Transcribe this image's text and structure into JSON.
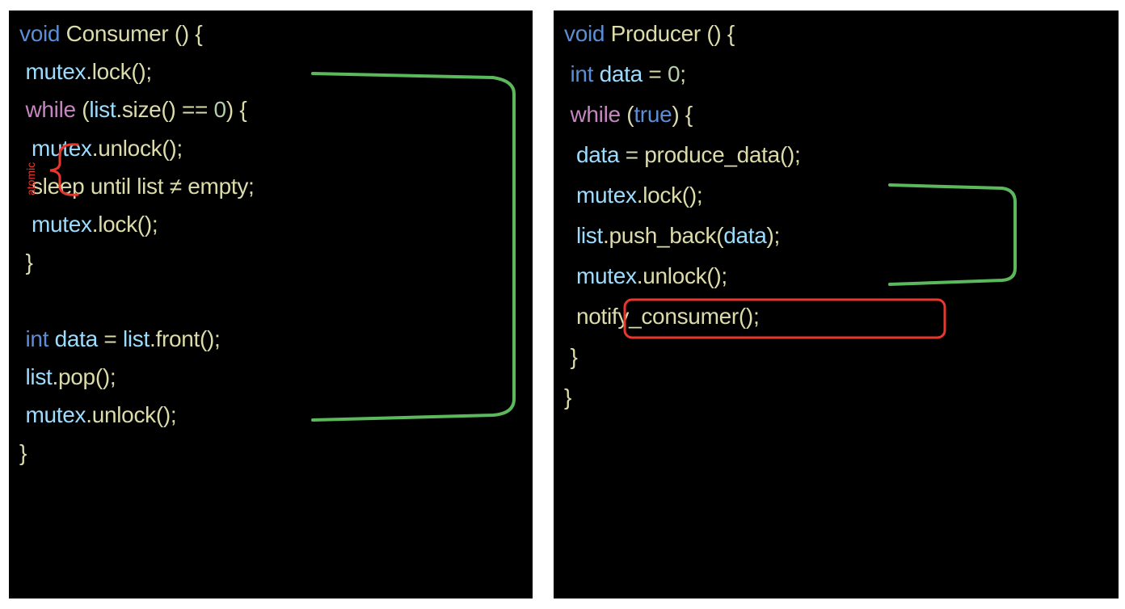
{
  "colors": {
    "background": "#000000",
    "keyword": "#5b8ed6",
    "control_flow": "#c586c0",
    "function": "#dcdcaa",
    "variable": "#9cdcfe",
    "number": "#b5cea8",
    "bracket_green": "#5cb85c",
    "highlight_red": "#e8382e"
  },
  "consumer": {
    "lines": [
      [
        {
          "t": "void",
          "c": "kw"
        },
        {
          "t": " Consumer () {",
          "c": "fn"
        }
      ],
      [
        {
          "t": " mutex",
          "c": "var"
        },
        {
          "t": ".",
          "c": "plain"
        },
        {
          "t": "lock",
          "c": "fn"
        },
        {
          "t": "();",
          "c": "plain"
        }
      ],
      [
        {
          "t": " while",
          "c": "flow"
        },
        {
          "t": " (",
          "c": "plain"
        },
        {
          "t": "list",
          "c": "var"
        },
        {
          "t": ".",
          "c": "plain"
        },
        {
          "t": "size",
          "c": "fn"
        },
        {
          "t": "() == ",
          "c": "plain"
        },
        {
          "t": "0",
          "c": "num"
        },
        {
          "t": ") {",
          "c": "plain"
        }
      ],
      [
        {
          "t": "  mutex",
          "c": "var"
        },
        {
          "t": ".",
          "c": "plain"
        },
        {
          "t": "unlock",
          "c": "fn"
        },
        {
          "t": "();",
          "c": "plain"
        }
      ],
      [
        {
          "t": "  sleep until list ≠ empty;",
          "c": "fn"
        }
      ],
      [
        {
          "t": "  mutex",
          "c": "var"
        },
        {
          "t": ".",
          "c": "plain"
        },
        {
          "t": "lock",
          "c": "fn"
        },
        {
          "t": "();",
          "c": "plain"
        }
      ],
      [
        {
          "t": " }",
          "c": "plain"
        }
      ],
      [
        {
          "t": "",
          "c": "plain"
        }
      ],
      [
        {
          "t": " int",
          "c": "kw"
        },
        {
          "t": " data",
          "c": "var"
        },
        {
          "t": " = ",
          "c": "plain"
        },
        {
          "t": "list",
          "c": "var"
        },
        {
          "t": ".",
          "c": "plain"
        },
        {
          "t": "front",
          "c": "fn"
        },
        {
          "t": "();",
          "c": "plain"
        }
      ],
      [
        {
          "t": " list",
          "c": "var"
        },
        {
          "t": ".",
          "c": "plain"
        },
        {
          "t": "pop",
          "c": "fn"
        },
        {
          "t": "();",
          "c": "plain"
        }
      ],
      [
        {
          "t": " mutex",
          "c": "var"
        },
        {
          "t": ".",
          "c": "plain"
        },
        {
          "t": "unlock",
          "c": "fn"
        },
        {
          "t": "();",
          "c": "plain"
        }
      ],
      [
        {
          "t": "}",
          "c": "plain"
        }
      ]
    ],
    "atomic_label": "atomic"
  },
  "producer": {
    "lines": [
      [
        {
          "t": "void",
          "c": "kw"
        },
        {
          "t": " Producer () {",
          "c": "fn"
        }
      ],
      [
        {
          "t": " int",
          "c": "kw"
        },
        {
          "t": " data",
          "c": "var"
        },
        {
          "t": " = ",
          "c": "plain"
        },
        {
          "t": "0",
          "c": "num"
        },
        {
          "t": ";",
          "c": "plain"
        }
      ],
      [
        {
          "t": " while",
          "c": "flow"
        },
        {
          "t": " (",
          "c": "plain"
        },
        {
          "t": "true",
          "c": "kw"
        },
        {
          "t": ") {",
          "c": "plain"
        }
      ],
      [
        {
          "t": "  data",
          "c": "var"
        },
        {
          "t": " = ",
          "c": "plain"
        },
        {
          "t": "produce_data",
          "c": "fn"
        },
        {
          "t": "();",
          "c": "plain"
        }
      ],
      [
        {
          "t": "  mutex",
          "c": "var"
        },
        {
          "t": ".",
          "c": "plain"
        },
        {
          "t": "lock",
          "c": "fn"
        },
        {
          "t": "();",
          "c": "plain"
        }
      ],
      [
        {
          "t": "  list",
          "c": "var"
        },
        {
          "t": ".",
          "c": "plain"
        },
        {
          "t": "push_back",
          "c": "fn"
        },
        {
          "t": "(",
          "c": "plain"
        },
        {
          "t": "data",
          "c": "var"
        },
        {
          "t": ");",
          "c": "plain"
        }
      ],
      [
        {
          "t": "  mutex",
          "c": "var"
        },
        {
          "t": ".",
          "c": "plain"
        },
        {
          "t": "unlock",
          "c": "fn"
        },
        {
          "t": "();",
          "c": "plain"
        }
      ],
      [
        {
          "t": "  notify_consumer();",
          "c": "fn"
        }
      ],
      [
        {
          "t": " }",
          "c": "plain"
        }
      ],
      [
        {
          "t": "}",
          "c": "plain"
        }
      ]
    ]
  }
}
